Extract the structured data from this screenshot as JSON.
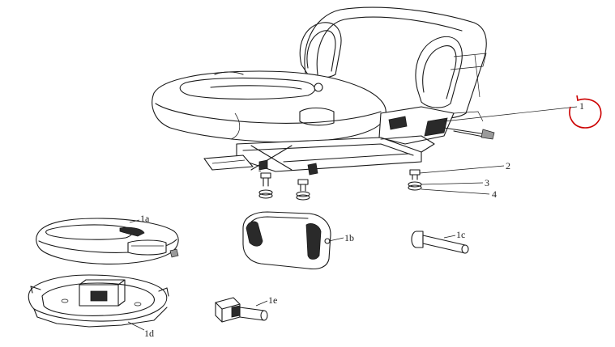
{
  "diagram": {
    "callouts": {
      "c1": "1",
      "c2": "2",
      "c3": "3",
      "c4": "4",
      "c1a": "1a",
      "c1b": "1b",
      "c1c": "1c",
      "c1d": "1d",
      "c1e": "1e"
    },
    "colors": {
      "ink": "#1a1a1a",
      "highlight": "#cc0000",
      "background": "#ffffff"
    }
  }
}
